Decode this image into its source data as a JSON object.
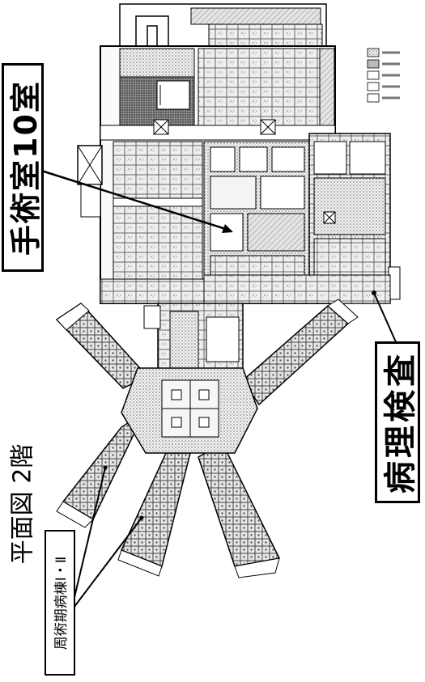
{
  "labels": {
    "surgery_room": "手術室10室",
    "pathology": "病理検査",
    "floor_plan": "平面図 2階",
    "perioperative_ward": "周術期病棟Ⅰ・Ⅱ"
  },
  "colors": {
    "ink": "#000000",
    "paper": "#ffffff",
    "hatch_light": "#d0d0d0",
    "hatch_dark": "#7a7a7a",
    "room_fill": "#ededed"
  }
}
